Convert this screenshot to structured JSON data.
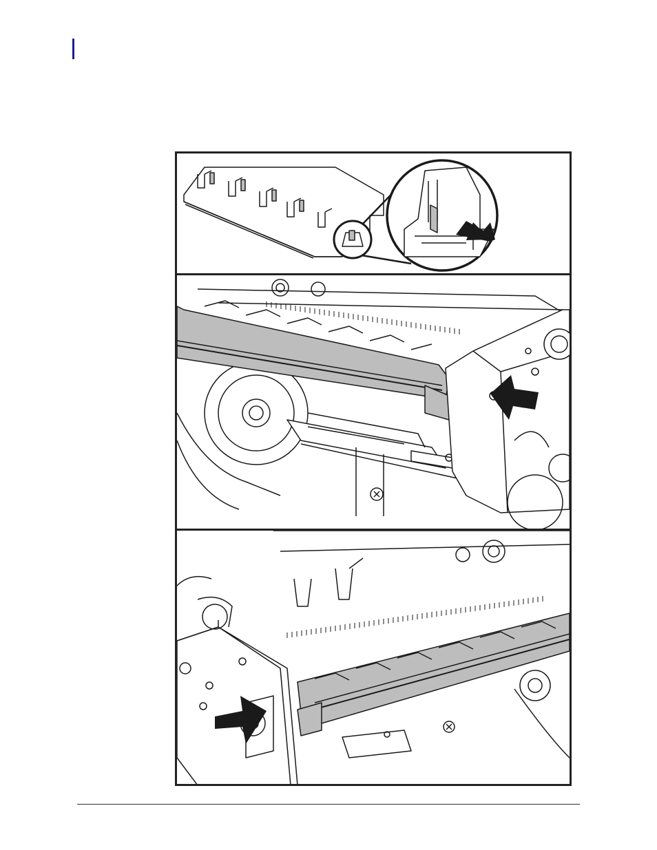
{
  "page": {
    "change_bar_color": "#1f1f8f"
  },
  "figure": {
    "panels": [
      {
        "id": "printhead-detail",
        "icon": "printhead-latch-closeup-illustration"
      },
      {
        "id": "right-side-insertion",
        "icon": "arrow-right-side-illustration"
      },
      {
        "id": "left-side-insertion",
        "icon": "arrow-left-side-illustration"
      }
    ],
    "colors": {
      "line": "#1a1a1a",
      "part_fill": "#bdbdbd",
      "arrow": "#1a1a1a"
    }
  }
}
